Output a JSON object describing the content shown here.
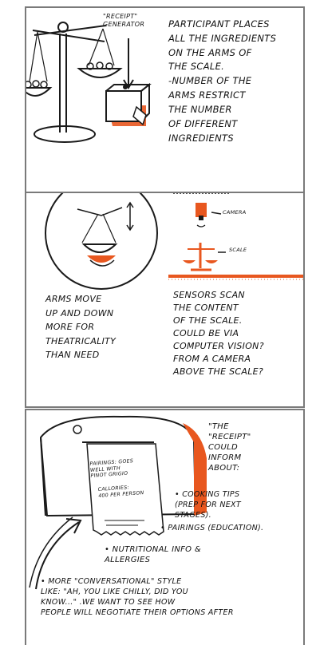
{
  "panel1": {
    "label_receipt_generator": "\"RECEIPT\"\nGENERATOR",
    "note": "PARTICIPANT PLACES\nALL THE INGREDIENTS\nON THE ARMS OF\nTHE SCALE.\n-NUMBER OF THE\nARMS RESTRICT\nTHE NUMBER\nOF DIFFERENT\nINGREDIENTS"
  },
  "panel2": {
    "label_camera": "CAMERA",
    "label_scale": "SCALE",
    "note_arms": "ARMS MOVE\nUP AND DOWN\nMORE FOR\nTHEATRICALITY\nTHAN NEED",
    "note_sensors": "SENSORS SCAN\nTHE CONTENT\nOF THE SCALE.\nCOULD BE VIA\nCOMPUTER VISION?\nFROM A CAMERA\nABOVE THE SCALE?"
  },
  "panel3": {
    "receipt_pairings": "PAIRINGS: GOES\nWELL WITH\nPINOT GRIGIO",
    "receipt_calories": "CALLORIES:\n400 PER PERSON",
    "note_intro": "\"THE\n\"RECEIPT\"\nCOULD\nINFORM\nABOUT:",
    "bullet_cooking": "• COOKING TIPS\n(PREP FOR NEXT\nSTAGES).",
    "bullet_pairings": "• PAIRINGS (EDUCATION).",
    "bullet_nutrition": "• NUTRITIONAL INFO &\nALLERGIES",
    "bullet_style": "• MORE \"CONVERSATIONAL\" STYLE\nLIKE: \"AH, YOU LIKE CHILLY, DID YOU\nKNOW...\" .WE WANT TO SEE HOW\nPEOPLE WILL NEGOTIATE THEIR OPTIONS AFTER"
  },
  "colors": {
    "accent": "#e8571f",
    "stroke": "#1a1a1a",
    "border": "#7a7a7a"
  }
}
